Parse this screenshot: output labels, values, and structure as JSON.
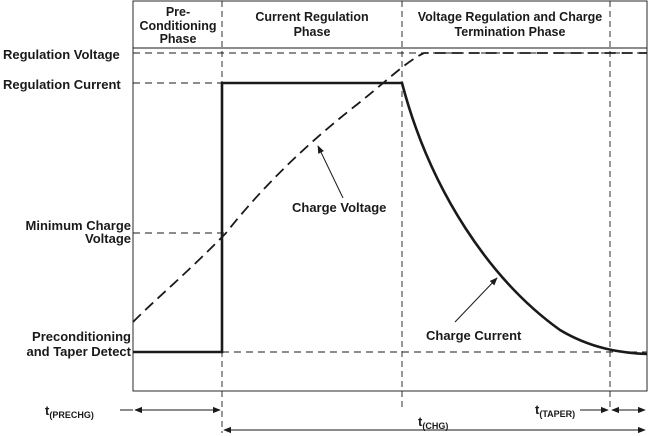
{
  "phases": {
    "pre": [
      "Pre-",
      "Conditioning",
      "Phase"
    ],
    "current": [
      "Current Regulation",
      "Phase"
    ],
    "voltage": [
      "Voltage Regulation and Charge",
      "Termination Phase"
    ]
  },
  "levels": {
    "regulation_voltage": "Regulation Voltage",
    "regulation_current": "Regulation Current",
    "min_charge_1": "Minimum Charge",
    "min_charge_2": "Voltage",
    "precond_1": "Preconditioning",
    "precond_2": "and Taper Detect"
  },
  "curves": {
    "voltage_label": "Charge Voltage",
    "current_label": "Charge Current"
  },
  "timers": {
    "prechg_t": "t",
    "prechg_sub": "(PRECHG)",
    "chg_t": "t",
    "chg_sub": "(CHG)",
    "taper_t": "t",
    "taper_sub": "(TAPER)"
  },
  "colors": {
    "ink": "#1a1a1a",
    "frame": "#2a2a2a"
  }
}
